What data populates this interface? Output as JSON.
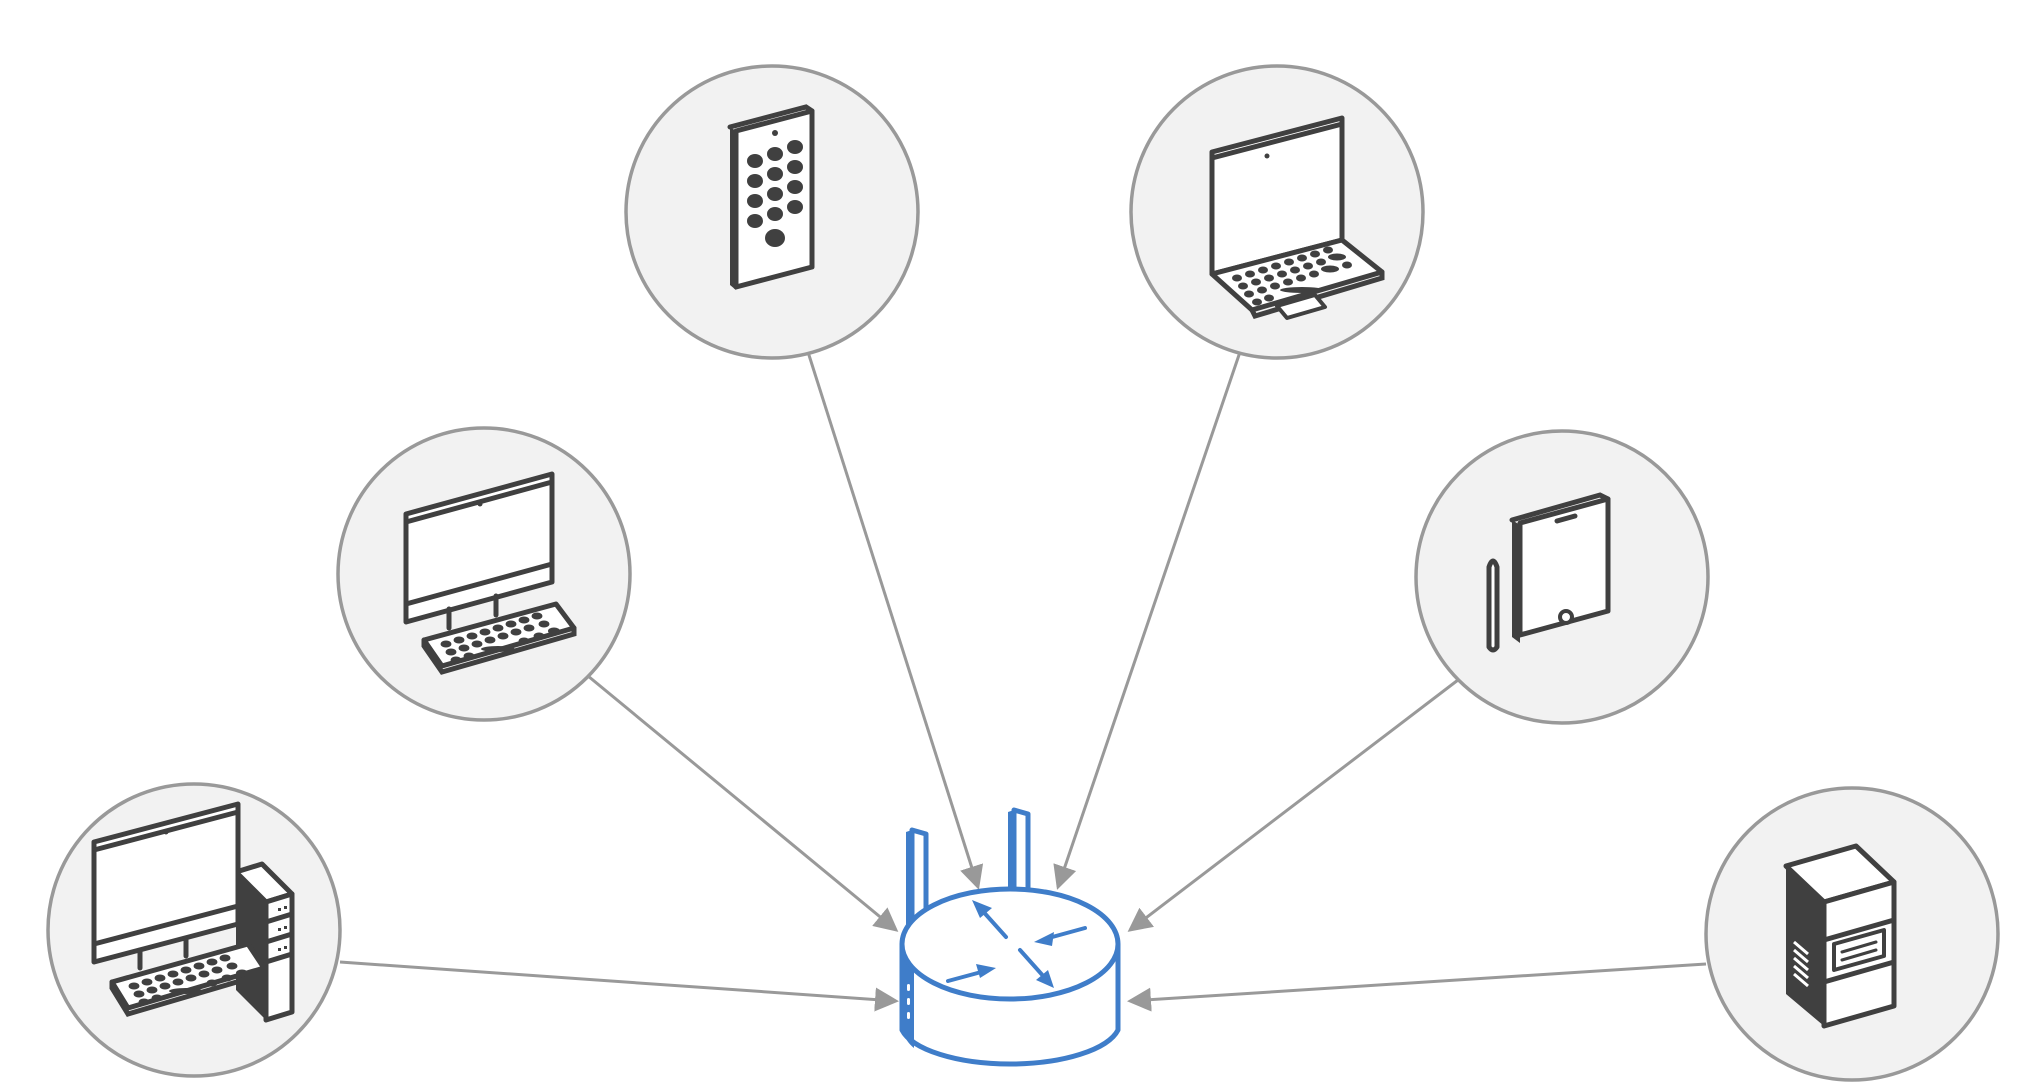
{
  "diagram": {
    "type": "network-topology",
    "hub": {
      "id": "router",
      "icon": "wireless-router-icon",
      "color": "#3f7dc9"
    },
    "nodes": [
      {
        "id": "remote",
        "icon": "remote-control-icon",
        "label": ""
      },
      {
        "id": "laptop",
        "icon": "laptop-icon",
        "label": ""
      },
      {
        "id": "all-in-one",
        "icon": "desktop-monitor-icon",
        "label": ""
      },
      {
        "id": "tablet",
        "icon": "tablet-stylus-icon",
        "label": ""
      },
      {
        "id": "desktop-tower",
        "icon": "desktop-tower-icon",
        "label": ""
      },
      {
        "id": "nas",
        "icon": "storage-server-icon",
        "label": ""
      }
    ],
    "edges": [
      {
        "from": "remote",
        "to": "router",
        "direction": "to-hub"
      },
      {
        "from": "laptop",
        "to": "router",
        "direction": "to-hub"
      },
      {
        "from": "all-in-one",
        "to": "router",
        "direction": "to-hub"
      },
      {
        "from": "tablet",
        "to": "router",
        "direction": "to-hub"
      },
      {
        "from": "desktop-tower",
        "to": "router",
        "direction": "to-hub"
      },
      {
        "from": "nas",
        "to": "router",
        "direction": "to-hub"
      }
    ],
    "colors": {
      "node_fill": "#f2f2f2",
      "node_stroke": "#999999",
      "edge": "#999999",
      "device": "#404040",
      "router": "#3f7dc9"
    }
  }
}
